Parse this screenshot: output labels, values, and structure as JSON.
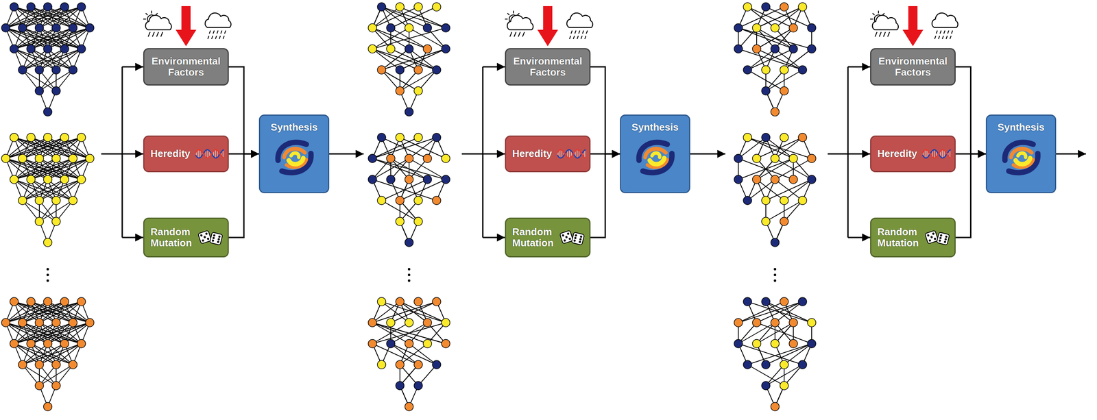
{
  "diagram": {
    "nodes": [
      {
        "text": [
          "Environmental Factors"
        ]
      },
      {
        "text": [
          "Heredity"
        ]
      },
      {
        "text": [
          "Random Mutation"
        ]
      },
      {
        "text": [
          "Synthesis"
        ]
      },
      {
        "text": [
          "Environmental Factors"
        ]
      },
      {
        "text": [
          "Heredity"
        ]
      },
      {
        "text": [
          "Random Mutation"
        ]
      },
      {
        "text": [
          "Synthesis"
        ]
      },
      {
        "text": [
          "Environmental Factors"
        ]
      },
      {
        "text": [
          "Heredity"
        ]
      },
      {
        "text": [
          "Random Mutation"
        ]
      },
      {
        "text": [
          "Synthesis"
        ]
      }
    ],
    "edges": [
      {
        "from": 0,
        "to": 3,
        "arrow": "to"
      },
      {
        "from": 1,
        "to": 3,
        "arrow": "to"
      },
      {
        "from": 2,
        "to": 3,
        "arrow": "to"
      },
      {
        "from": 4,
        "to": 7,
        "arrow": "to"
      },
      {
        "from": 5,
        "to": 7,
        "arrow": "to"
      },
      {
        "from": 6,
        "to": 7,
        "arrow": "to"
      },
      {
        "from": 8,
        "to": 11,
        "arrow": "to"
      },
      {
        "from": 9,
        "to": 11,
        "arrow": "to"
      },
      {
        "from": 10,
        "to": 11,
        "arrow": "to"
      }
    ]
  }
}
